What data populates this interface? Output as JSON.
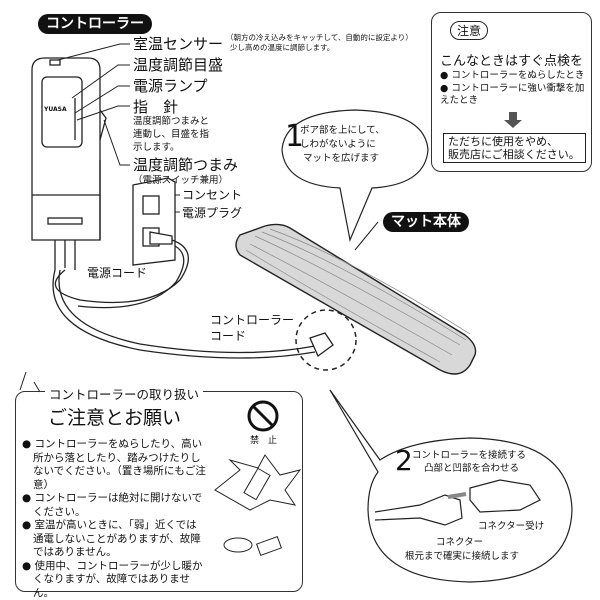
{
  "controller": {
    "title": "コントローラー",
    "brand": "YUASA",
    "labels": {
      "sensor": "室温センサー",
      "sensor_note_1": "（朝方の冷え込みをキャッチして、自動的に設定より）",
      "sensor_note_2": "少し高めの温度に調節します。",
      "scale": "温度調節目盛",
      "lamp": "電源ランプ",
      "pointer": "指　針",
      "pointer_desc_1": "温度調節つまみと",
      "pointer_desc_2": "連動し、目盛を指",
      "pointer_desc_3": "示します。",
      "knob": "温度調節つまみ",
      "knob_note": "（電源スイッチ兼用）"
    }
  },
  "outlet": {
    "socket": "コンセント",
    "plug": "電源プラグ",
    "power_cord": "電源コード"
  },
  "mat": {
    "title": "マット本体",
    "controller_cord_1": "コントローラー",
    "controller_cord_2": "コード"
  },
  "step1": {
    "number": "1",
    "line1": "ボア部を上にして、",
    "line2": "しわがないように",
    "line3": "マットを広げます"
  },
  "step2": {
    "number": "2",
    "line1": "コントローラーを接続する",
    "line2": "凸部と凹部を合わせる",
    "connector": "コネクター",
    "receptacle": "コネクター受け",
    "note": "根元まで確実に接続します"
  },
  "caution": {
    "badge": "注意",
    "heading": "こんなときはすぐ点検を",
    "items": [
      "コントローラーをぬらしたとき",
      "コントローラーに強い衝撃を加えたとき"
    ],
    "action_1": "ただちに使用をやめ、",
    "action_2": "販売店にご相談ください。"
  },
  "handling": {
    "title": "コントローラーの取り扱い",
    "heading": "ご注意とお願い",
    "prohibited": "禁　止",
    "items": [
      "コントローラーをぬらしたり、高い所から落としたり、踏みつけたりしないでください。（置き場所にもご注意）",
      "コントローラーは絶対に開けないでください。",
      "室温が高いときに、「弱」近くでは通電しないことがありますが、故障ではありません。",
      "使用中、コントローラーが少し暖かくなりますが、故障ではありません。"
    ]
  }
}
